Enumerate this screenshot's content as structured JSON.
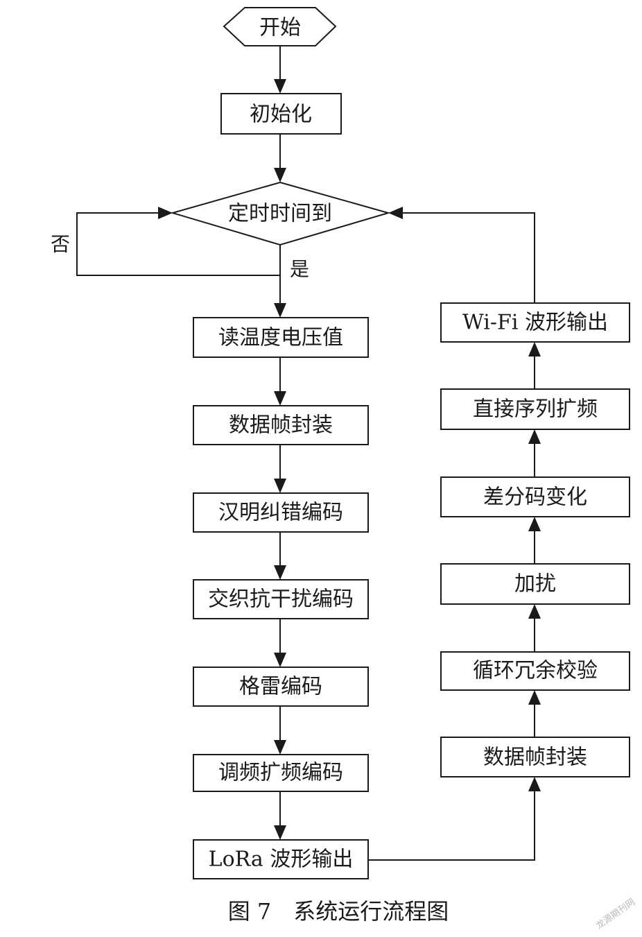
{
  "flowchart": {
    "start": "开始",
    "init": "初始化",
    "decision": "定时时间到",
    "no_label": "否",
    "yes_label": "是",
    "left_steps": [
      "读温度电压值",
      "数据帧封装",
      "汉明纠错编码",
      "交织抗干扰编码",
      "格雷编码",
      "调频扩频编码",
      "LoRa 波形输出"
    ],
    "right_steps": [
      "数据帧封装",
      "循环冗余校验",
      "加扰",
      "差分码变化",
      "直接序列扩频",
      "Wi-Fi 波形输出"
    ]
  },
  "caption": "图 7　系统运行流程图",
  "watermark": "龙源期刊网"
}
